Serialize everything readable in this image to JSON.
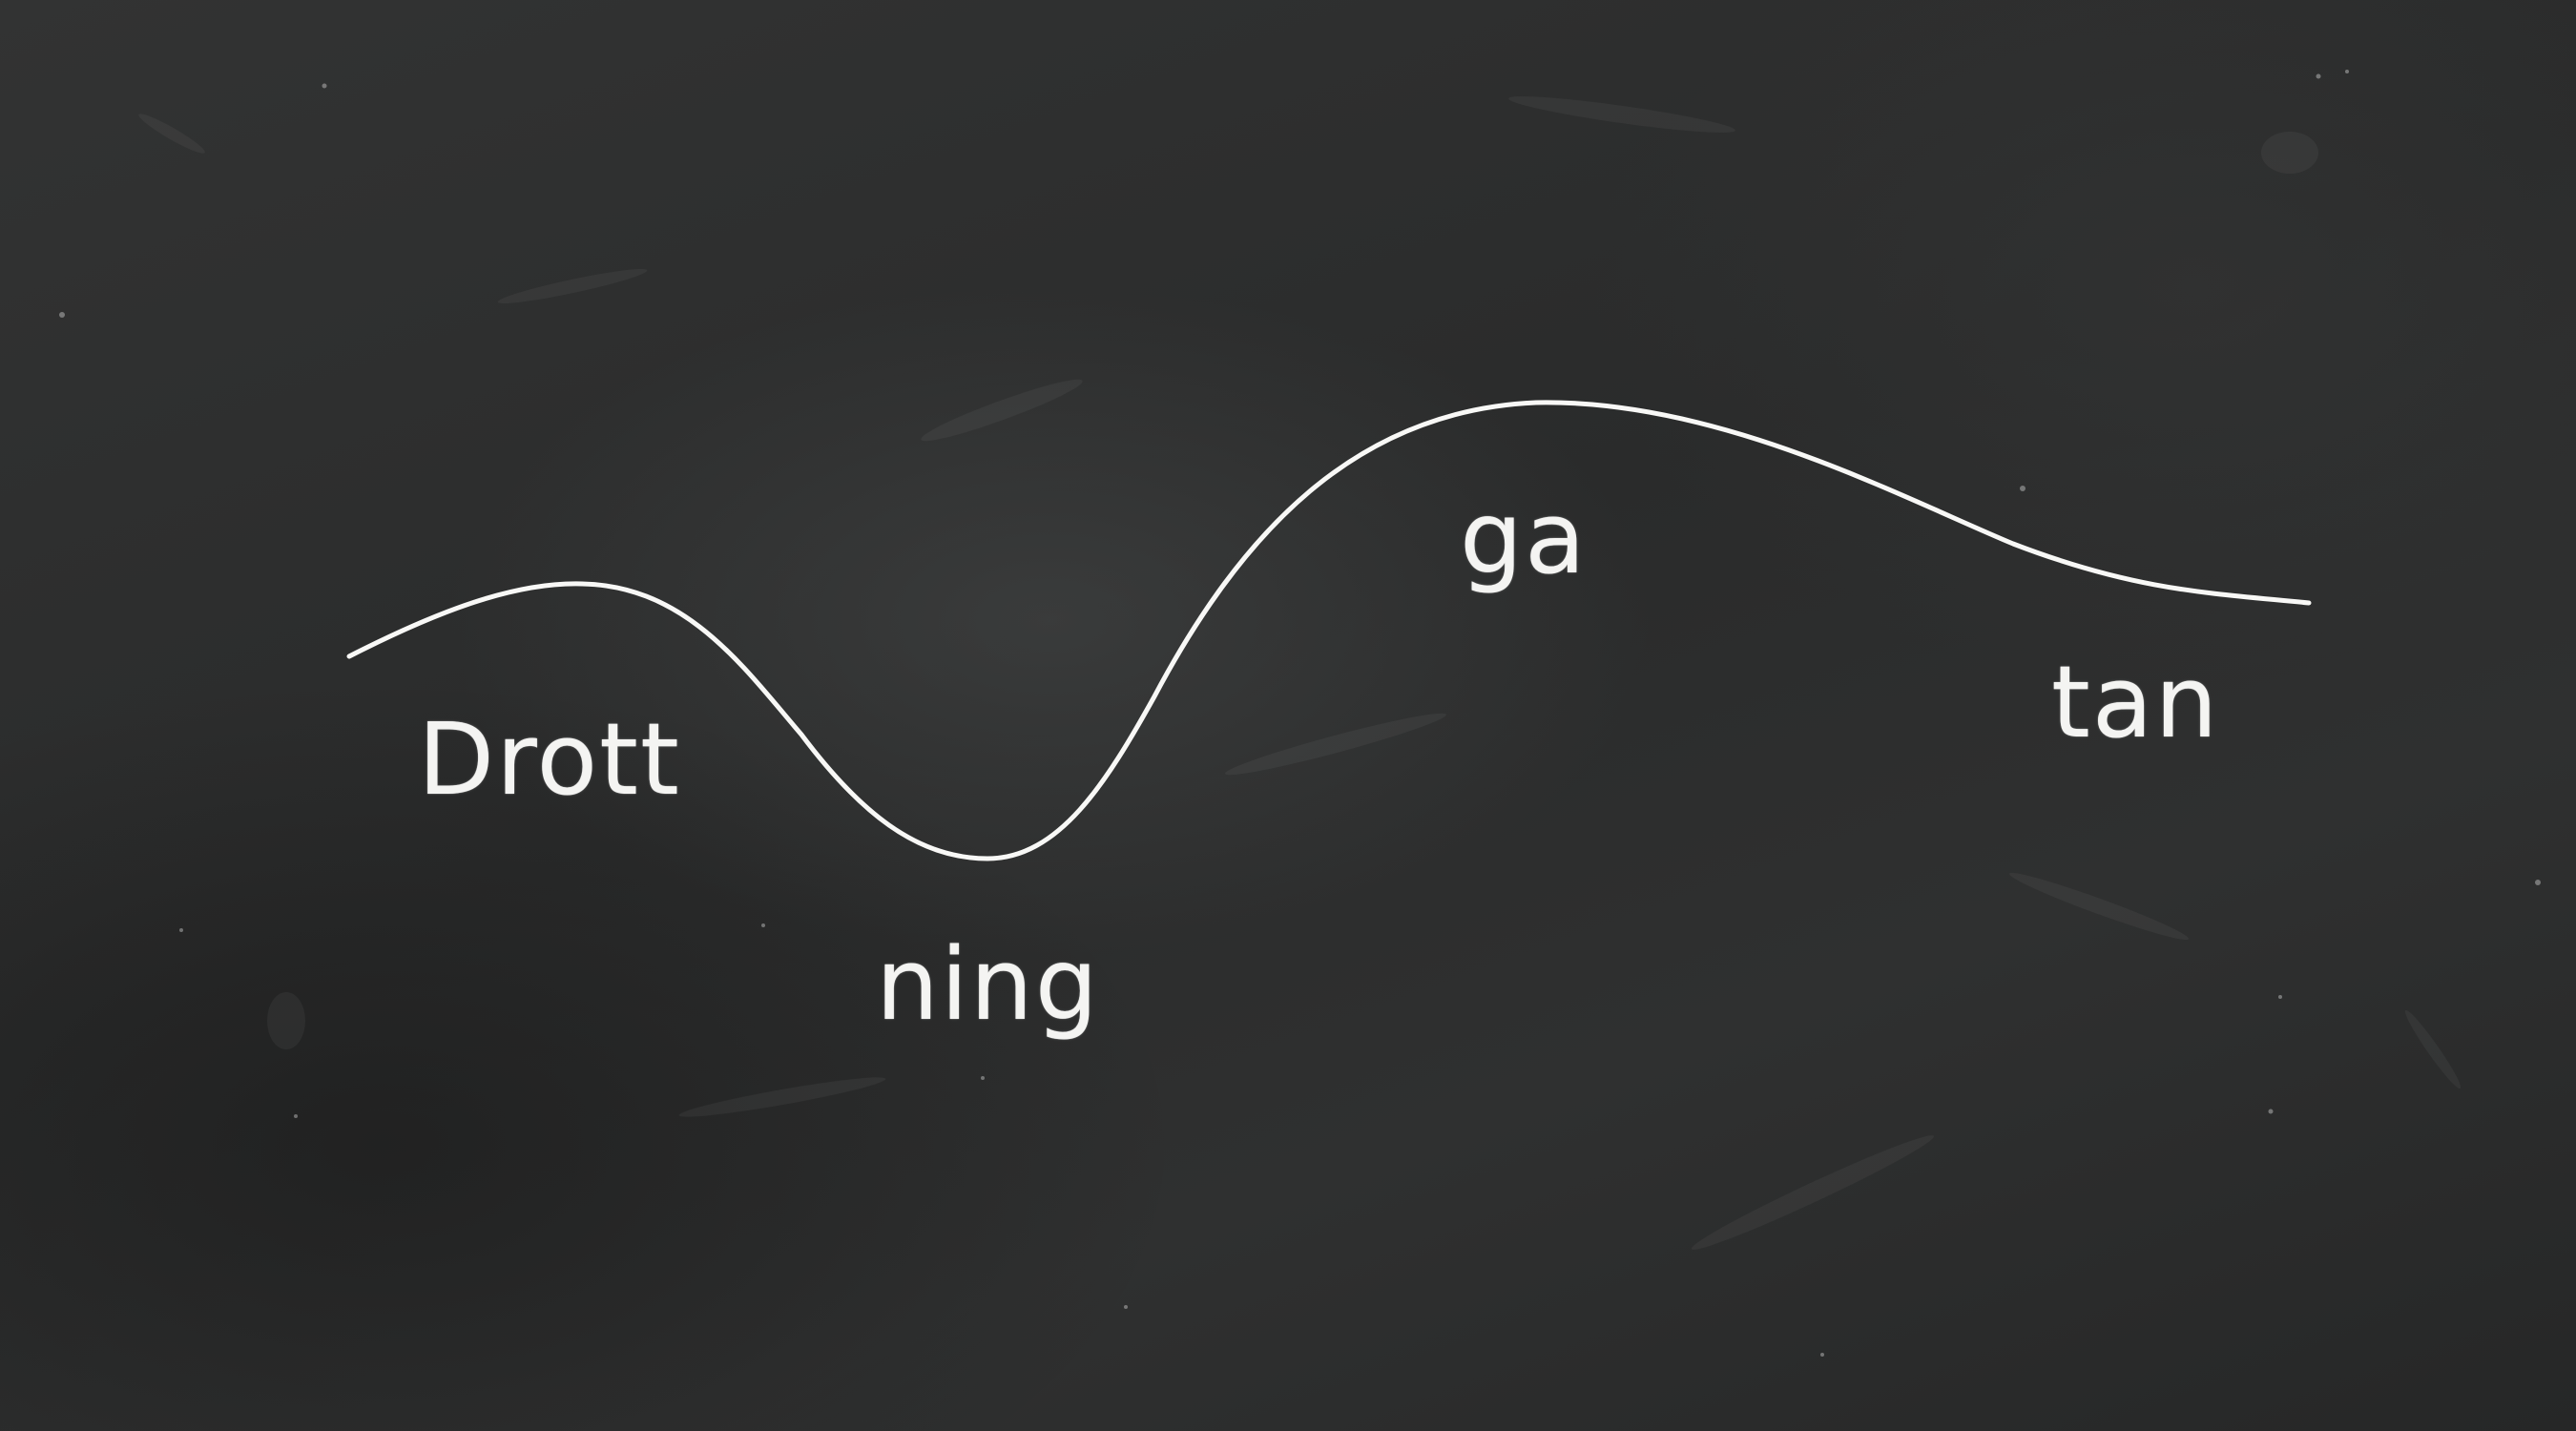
{
  "diagram": {
    "syllables": [
      "Drott",
      "ning",
      "ga",
      "tan"
    ],
    "colors": {
      "background": "#2c2d2d",
      "chalk": "#f4f4f2"
    }
  }
}
